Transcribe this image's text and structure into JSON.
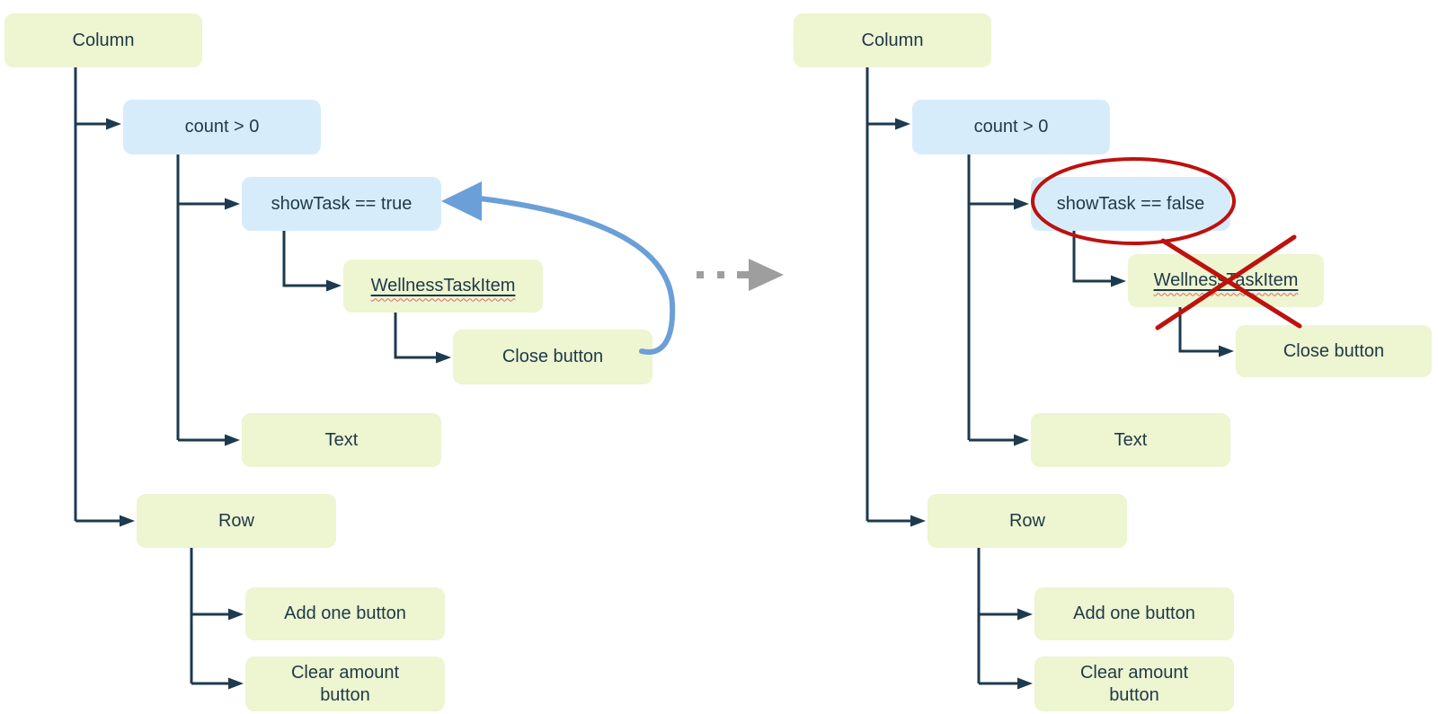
{
  "diagram_type": "ui-tree-before-after",
  "trees": {
    "left": {
      "state": "showTask is true",
      "nodes": {
        "column": "Column",
        "count_condition": "count > 0",
        "show_task_condition": "showTask == true",
        "wellness_task_item": "WellnessTaskItem",
        "close_button": "Close button",
        "text": "Text",
        "row": "Row",
        "add_one_button": "Add one button",
        "clear_amount_button": "Clear amount\nbutton"
      }
    },
    "right": {
      "state": "showTask is false",
      "nodes": {
        "column": "Column",
        "count_condition": "count > 0",
        "show_task_condition": "showTask == false",
        "wellness_task_item": "WellnessTaskItem",
        "close_button": "Close button",
        "text": "Text",
        "row": "Row",
        "add_one_button": "Add one button",
        "clear_amount_button": "Clear amount\nbutton"
      }
    }
  },
  "icons": {
    "loop_arrow": "blue-curved-arrow-close-button-to-showtask",
    "transition_arrow": "gray-dashed-right-arrow",
    "highlight": "red-ellipse-around-showtask-false",
    "cross_out": "red-x-over-wellnesstaskitem"
  },
  "colors": {
    "node_green": "#edf5d1",
    "node_blue": "#d7ecfb",
    "connector_navy": "#1d3a4e",
    "text_navy": "#1e3947",
    "loop_arrow_blue": "#6b9fd8",
    "annotation_red": "#bd120e",
    "transition_gray": "#9e9e9e",
    "squiggle_red": "#e06666"
  }
}
